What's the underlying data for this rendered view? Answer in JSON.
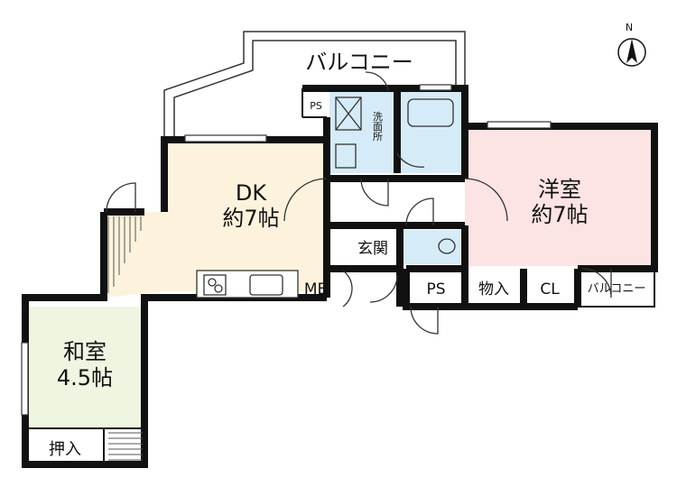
{
  "rooms": {
    "balcony_top": "バルコニー",
    "dk_name": "DK",
    "dk_size": "約7帖",
    "western_name": "洋室",
    "western_size": "約7帖",
    "washroom": "洗面所",
    "ps_top": "PS",
    "entrance": "玄関",
    "mb": "MB",
    "ps_bottom": "PS",
    "storage": "物入",
    "closet": "CL",
    "balcony_small": "バルコニー",
    "japanese_name": "和室",
    "japanese_size": "4.5帖",
    "oshiire": "押入"
  },
  "compass": {
    "label": "N"
  },
  "colors": {
    "dk_floor": "#fdf3dc",
    "western_floor": "#fbe4e3",
    "japanese_floor": "#eef5e0",
    "wet_area": "#d5ebf7",
    "wall": "#111111"
  }
}
